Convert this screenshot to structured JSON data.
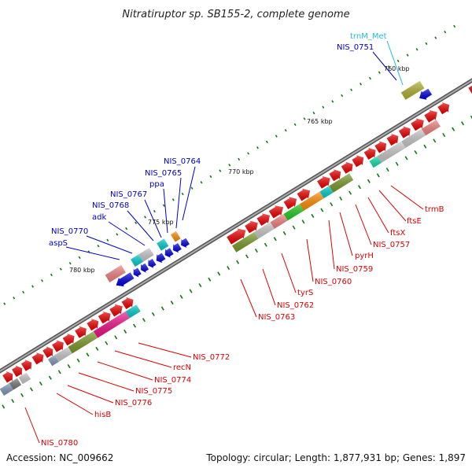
{
  "title": "Nitratiruptor sp. SB155-2, complete genome",
  "accession": "Accession: NC_009662",
  "summary": "Topology: circular; Length: 1,877,931 bp; Genes: 1,897",
  "colors": {
    "backbone": "#777777",
    "red_gene": "#ee0000",
    "blue_gene": "#0000dd",
    "salmon": "#f08080",
    "grey": "#c8c8c8",
    "cyan": "#00cccc",
    "olive": "#7a9a28",
    "orange": "#ff8c00",
    "magenta": "#ee1188",
    "green": "#22cc22",
    "khaki": "#b0b030",
    "teal": "#11ddaa",
    "slate": "#7f97b8",
    "dark_grey": "#777777",
    "red_label": "#dd0000",
    "blue_label": "#0000cc",
    "cyan_label": "#22bbdd",
    "tick": "#117711"
  },
  "scale_labels": [
    {
      "text": "760 kbp"
    },
    {
      "text": "765 kbp"
    },
    {
      "text": "770 kbp"
    },
    {
      "text": "775 kbp"
    },
    {
      "text": "780 kbp"
    }
  ],
  "gene_labels_outer": [
    {
      "text": "trnM_Met",
      "color": "cyan"
    },
    {
      "text": "NIS_0751",
      "color": "blue"
    },
    {
      "text": "NIS_0764",
      "color": "blue"
    },
    {
      "text": "NIS_0765",
      "color": "blue"
    },
    {
      "text": "ppa",
      "color": "blue"
    },
    {
      "text": "NIS_0767",
      "color": "blue"
    },
    {
      "text": "NIS_0768",
      "color": "blue"
    },
    {
      "text": "adk",
      "color": "blue"
    },
    {
      "text": "NIS_0770",
      "color": "blue"
    },
    {
      "text": "aspS",
      "color": "blue"
    }
  ],
  "gene_labels_inner": [
    {
      "text": "trmB"
    },
    {
      "text": "ftsE"
    },
    {
      "text": "ftsX"
    },
    {
      "text": "NIS_0757"
    },
    {
      "text": "pyrH"
    },
    {
      "text": "NIS_0759"
    },
    {
      "text": "NIS_0760"
    },
    {
      "text": "tyrS"
    },
    {
      "text": "NIS_0762"
    },
    {
      "text": "NIS_0763"
    },
    {
      "text": "NIS_0772"
    },
    {
      "text": "recN"
    },
    {
      "text": "NIS_0774"
    },
    {
      "text": "NIS_0775"
    },
    {
      "text": "NIS_0776"
    },
    {
      "text": "hisB"
    },
    {
      "text": "NIS_0780"
    }
  ]
}
